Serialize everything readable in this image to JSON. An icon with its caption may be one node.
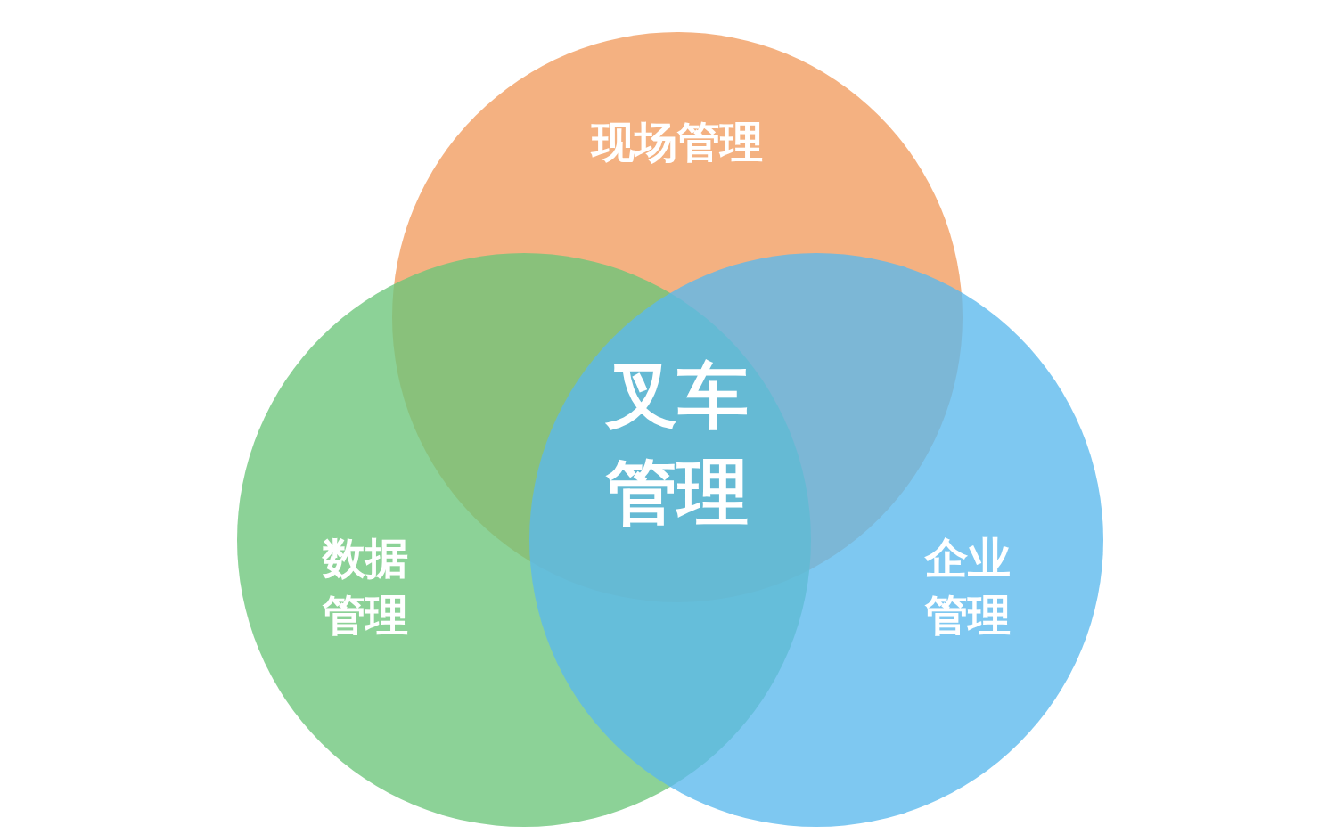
{
  "diagram": {
    "nodes": [
      {
        "text": [
          "现场管理"
        ]
      },
      {
        "text": [
          "数据管理"
        ]
      },
      {
        "text": [
          "企业管理"
        ]
      },
      {
        "text": [
          "叉车管理"
        ]
      }
    ]
  }
}
